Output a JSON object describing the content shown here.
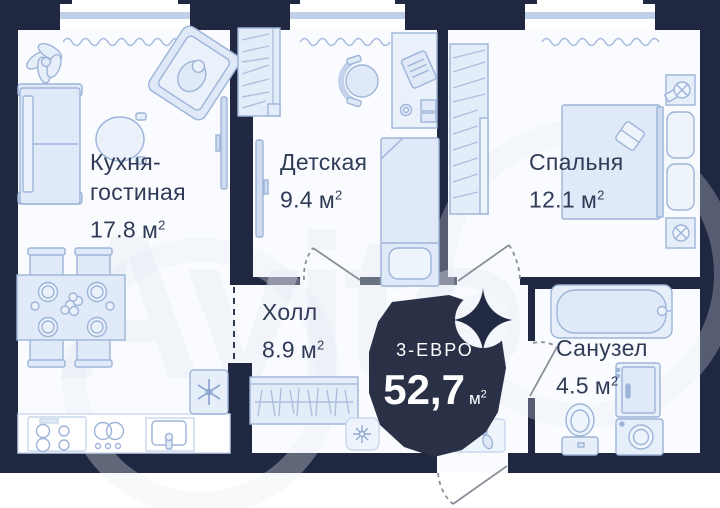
{
  "watermark": "Avito",
  "units": {
    "unit": "м",
    "sup": "2"
  },
  "badge": {
    "type_label": "3-ЕВРО",
    "area_value": "52,7"
  },
  "rooms": [
    {
      "id": "kitchen-living",
      "name_line1": "Кухня-",
      "name_line2": "гостиная",
      "area": "17.8"
    },
    {
      "id": "children",
      "name": "Детская",
      "area": "9.4"
    },
    {
      "id": "bedroom",
      "name": "Спальня",
      "area": "12.1"
    },
    {
      "id": "hall",
      "name": "Холл",
      "area": "8.9"
    },
    {
      "id": "bathroom",
      "name": "Санузел",
      "area": "4.5"
    }
  ],
  "icons": {
    "fridge-icon": "snowflake",
    "hall-light-icon": "8-ray-star",
    "doormat-icon": "footprints",
    "compass-icon": "4-point-star"
  },
  "colors": {
    "wall": "#1f2840",
    "badge": "#2a3147",
    "room_fill": "#f9fbfe",
    "furniture_fill": "#e0eaf8",
    "furniture_stroke": "#9db4d8",
    "window_band": "#bfcfe8",
    "text": "#303b57",
    "door_line": "#8a8f99"
  }
}
